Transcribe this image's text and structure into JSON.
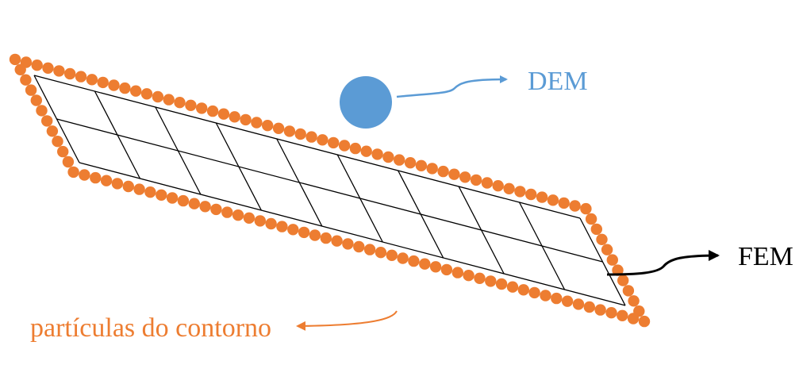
{
  "labels": {
    "dem": "DEM",
    "fem": "FEM",
    "boundary": "partículas do contorno"
  },
  "colors": {
    "boundary_particles": "#ED7D31",
    "dem_particle": "#5B9BD5",
    "dem_label": "#5B9BD5",
    "fem_label": "#000000",
    "boundary_label": "#ED7D31",
    "mesh_lines": "#000000"
  },
  "mesh": {
    "longitudinal_divisions": 9,
    "transverse_divisions": 2
  }
}
